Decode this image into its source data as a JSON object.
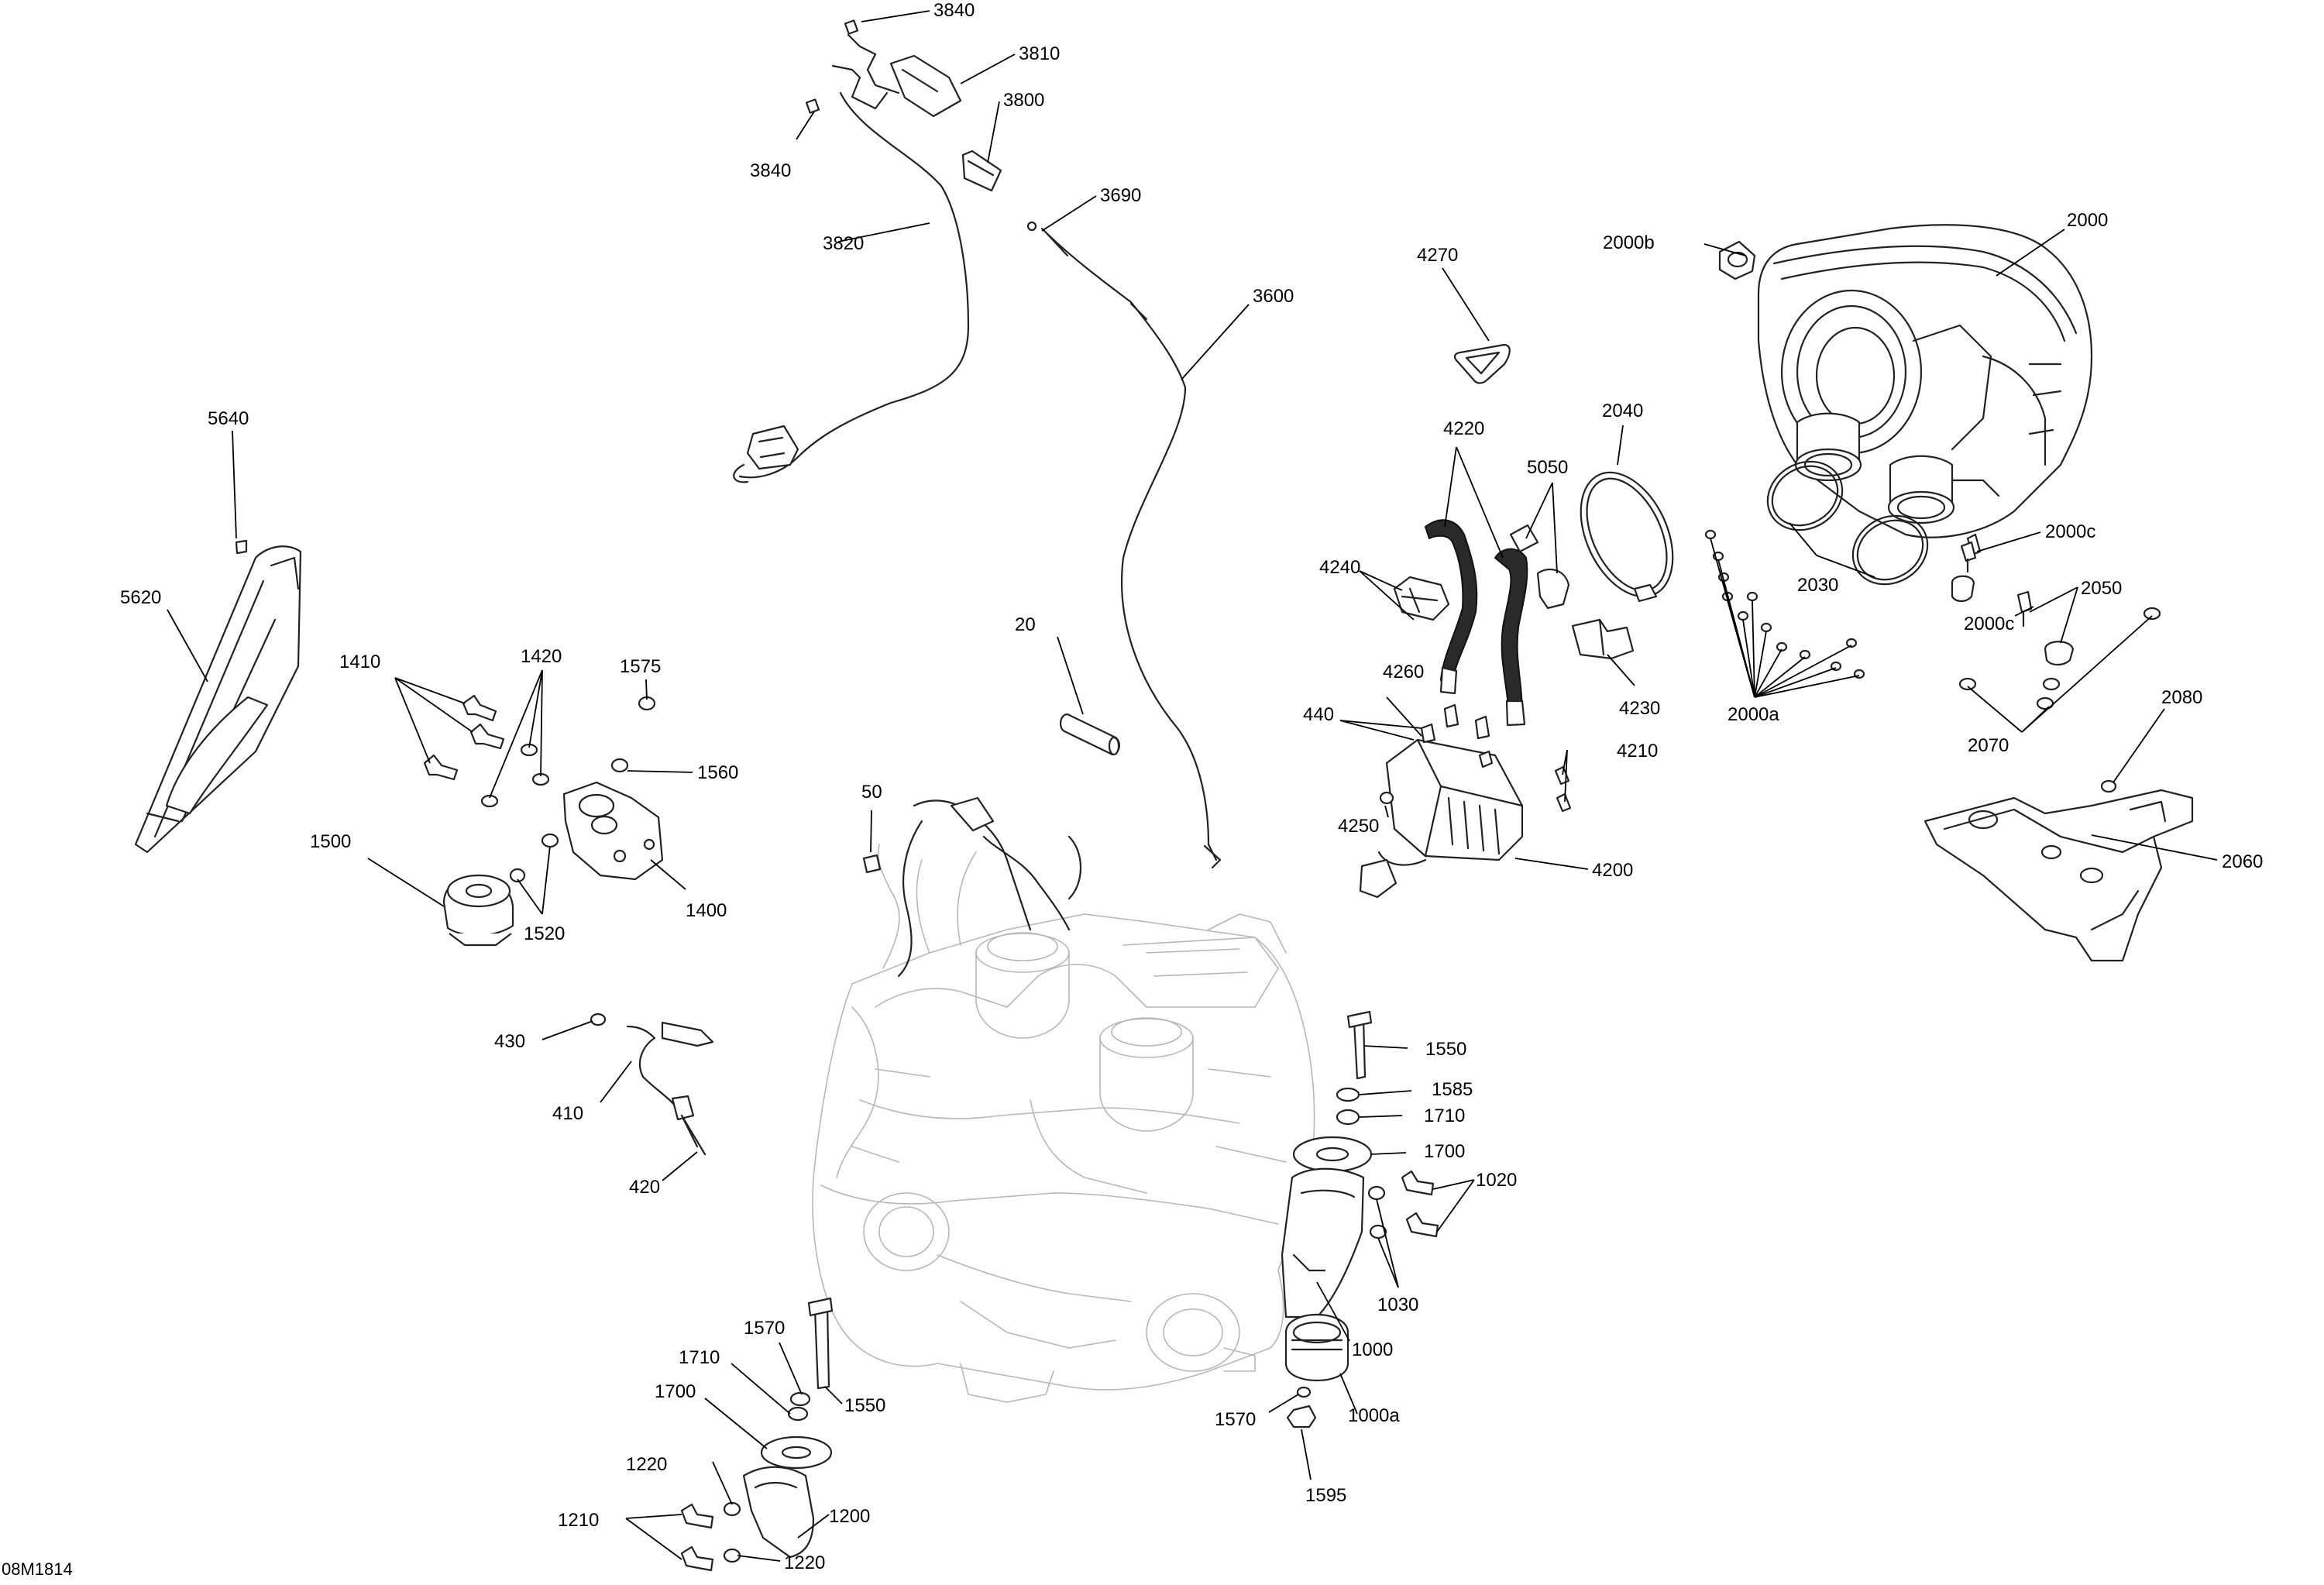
{
  "figure": {
    "document_code": "08M1814"
  },
  "callouts": [
    {
      "id": "c3840a",
      "text": "3840"
    },
    {
      "id": "c3810",
      "text": "3810"
    },
    {
      "id": "c3800",
      "text": "3800"
    },
    {
      "id": "c3840b",
      "text": "3840"
    },
    {
      "id": "c3820",
      "text": "3820"
    },
    {
      "id": "c3690",
      "text": "3690"
    },
    {
      "id": "c3600",
      "text": "3600"
    },
    {
      "id": "c2000",
      "text": "2000"
    },
    {
      "id": "c2000b",
      "text": "2000b"
    },
    {
      "id": "c4270",
      "text": "4270"
    },
    {
      "id": "c2040",
      "text": "2040"
    },
    {
      "id": "c4220",
      "text": "4220"
    },
    {
      "id": "c5050",
      "text": "5050"
    },
    {
      "id": "c4240",
      "text": "4240"
    },
    {
      "id": "c2030",
      "text": "2030"
    },
    {
      "id": "c2000c1",
      "text": "2000c"
    },
    {
      "id": "c2000c2",
      "text": "2000c"
    },
    {
      "id": "c2050",
      "text": "2050"
    },
    {
      "id": "c4260",
      "text": "4260"
    },
    {
      "id": "c440",
      "text": "440"
    },
    {
      "id": "c4230",
      "text": "4230"
    },
    {
      "id": "c2000a",
      "text": "2000a"
    },
    {
      "id": "c2070",
      "text": "2070"
    },
    {
      "id": "c2080",
      "text": "2080"
    },
    {
      "id": "c4210",
      "text": "4210"
    },
    {
      "id": "c4250",
      "text": "4250"
    },
    {
      "id": "c4200",
      "text": "4200"
    },
    {
      "id": "c2060",
      "text": "2060"
    },
    {
      "id": "c5640",
      "text": "5640"
    },
    {
      "id": "c5620",
      "text": "5620"
    },
    {
      "id": "c1410",
      "text": "1410"
    },
    {
      "id": "c1420",
      "text": "1420"
    },
    {
      "id": "c1575",
      "text": "1575"
    },
    {
      "id": "c1560",
      "text": "1560"
    },
    {
      "id": "c1500",
      "text": "1500"
    },
    {
      "id": "c1400",
      "text": "1400"
    },
    {
      "id": "c1520",
      "text": "1520"
    },
    {
      "id": "c20",
      "text": "20"
    },
    {
      "id": "c50",
      "text": "50"
    },
    {
      "id": "c430",
      "text": "430"
    },
    {
      "id": "c410",
      "text": "410"
    },
    {
      "id": "c420",
      "text": "420"
    },
    {
      "id": "c1550a",
      "text": "1550"
    },
    {
      "id": "c1585",
      "text": "1585"
    },
    {
      "id": "c1710a",
      "text": "1710"
    },
    {
      "id": "c1700a",
      "text": "1700"
    },
    {
      "id": "c1020",
      "text": "1020"
    },
    {
      "id": "c1030",
      "text": "1030"
    },
    {
      "id": "c1000",
      "text": "1000"
    },
    {
      "id": "c1570a",
      "text": "1570"
    },
    {
      "id": "c1000a",
      "text": "1000a"
    },
    {
      "id": "c1595",
      "text": "1595"
    },
    {
      "id": "c1570b",
      "text": "1570"
    },
    {
      "id": "c1710b",
      "text": "1710"
    },
    {
      "id": "c1550b",
      "text": "1550"
    },
    {
      "id": "c1700b",
      "text": "1700"
    },
    {
      "id": "c1220a",
      "text": "1220"
    },
    {
      "id": "c1210",
      "text": "1210"
    },
    {
      "id": "c1200",
      "text": "1200"
    },
    {
      "id": "c1220b",
      "text": "1220"
    }
  ]
}
